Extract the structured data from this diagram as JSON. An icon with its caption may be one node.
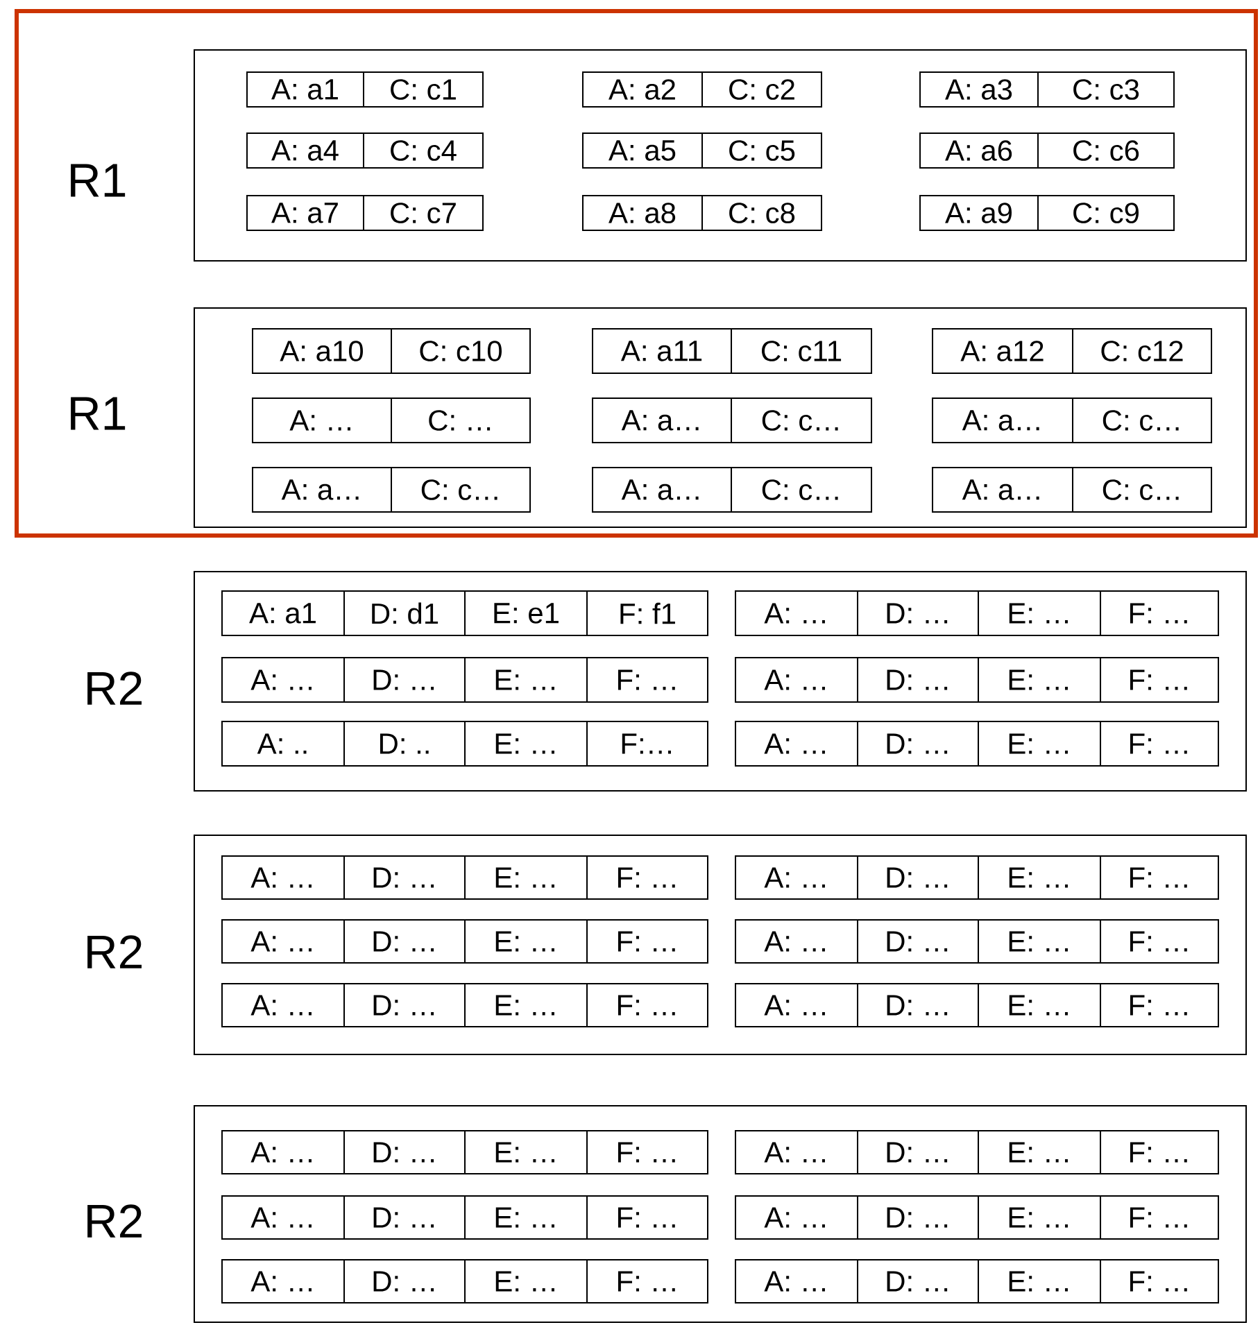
{
  "diagram": {
    "nodes": [
      {
        "text": [],
        "shape": "box"
      },
      {
        "text": [
          "R1"
        ],
        "in": 0
      },
      {
        "text": [
          "A: a1"
        ],
        "in": 1
      },
      {
        "text": [
          "C: c1"
        ],
        "in": 1
      },
      {
        "text": [
          "A: a2"
        ],
        "in": 1
      },
      {
        "text": [
          "C: c2"
        ],
        "in": 1
      },
      {
        "text": [
          "A: a3"
        ],
        "in": 1
      },
      {
        "text": [
          "C: c3"
        ],
        "in": 1
      },
      {
        "text": [
          "A: a4"
        ],
        "in": 1
      },
      {
        "text": [
          "C: c4"
        ],
        "in": 1
      },
      {
        "text": [
          "A: a5"
        ],
        "in": 1
      },
      {
        "text": [
          "C: c5"
        ],
        "in": 1
      },
      {
        "text": [
          "A: a6"
        ],
        "in": 1
      },
      {
        "text": [
          "C: c6"
        ],
        "in": 1
      },
      {
        "text": [
          "A: a7"
        ],
        "in": 1
      },
      {
        "text": [
          "C: c7"
        ],
        "in": 1
      },
      {
        "text": [
          "A: a8"
        ],
        "in": 1
      },
      {
        "text": [
          "C: c8"
        ],
        "in": 1
      },
      {
        "text": [
          "A: a9"
        ],
        "in": 1
      },
      {
        "text": [
          "C: c9"
        ],
        "in": 1
      },
      {
        "text": [
          "R1"
        ],
        "in": 0
      },
      {
        "text": [
          "A: a10"
        ],
        "in": 20
      },
      {
        "text": [
          "C: c10"
        ],
        "in": 20
      },
      {
        "text": [
          "A: a11"
        ],
        "in": 20
      },
      {
        "text": [
          "C: c11"
        ],
        "in": 20
      },
      {
        "text": [
          "A: a12"
        ],
        "in": 20
      },
      {
        "text": [
          "C: c12"
        ],
        "in": 20
      },
      {
        "text": [
          "A: …"
        ],
        "in": 20
      },
      {
        "text": [
          "C: …"
        ],
        "in": 20
      },
      {
        "text": [
          "A: a…"
        ],
        "in": 20
      },
      {
        "text": [
          "C: c…"
        ],
        "in": 20
      },
      {
        "text": [
          "A: a…"
        ],
        "in": 20
      },
      {
        "text": [
          "C: c…"
        ],
        "in": 20
      },
      {
        "text": [
          "A: a…"
        ],
        "in": 20
      },
      {
        "text": [
          "C: c…"
        ],
        "in": 20
      },
      {
        "text": [
          "A: a…"
        ],
        "in": 20
      },
      {
        "text": [
          "C: c…"
        ],
        "in": 20
      },
      {
        "text": [
          "A: a…"
        ],
        "in": 20
      },
      {
        "text": [
          "C: c…"
        ],
        "in": 20
      },
      {
        "text": [
          "R2"
        ]
      },
      {
        "text": [
          "A: a1"
        ],
        "in": 39
      },
      {
        "text": [
          "D: d1"
        ],
        "in": 39
      },
      {
        "text": [
          "E: e1"
        ],
        "in": 39
      },
      {
        "text": [
          "F: f1"
        ],
        "in": 39
      },
      {
        "text": [
          "A: …"
        ],
        "in": 39
      },
      {
        "text": [
          "D: …"
        ],
        "in": 39
      },
      {
        "text": [
          "E: …"
        ],
        "in": 39
      },
      {
        "text": [
          "F: …"
        ],
        "in": 39
      },
      {
        "text": [
          "A: …"
        ],
        "in": 39
      },
      {
        "text": [
          "D: …"
        ],
        "in": 39
      },
      {
        "text": [
          "E: …"
        ],
        "in": 39
      },
      {
        "text": [
          "F: …"
        ],
        "in": 39
      },
      {
        "text": [
          "A: …"
        ],
        "in": 39
      },
      {
        "text": [
          "D: …"
        ],
        "in": 39
      },
      {
        "text": [
          "E: …"
        ],
        "in": 39
      },
      {
        "text": [
          "F: …"
        ],
        "in": 39
      },
      {
        "text": [
          "A: .."
        ],
        "in": 39
      },
      {
        "text": [
          "D: .."
        ],
        "in": 39
      },
      {
        "text": [
          "E: …"
        ],
        "in": 39
      },
      {
        "text": [
          "F:…"
        ],
        "in": 39
      },
      {
        "text": [
          "A: …"
        ],
        "in": 39
      },
      {
        "text": [
          "D: …"
        ],
        "in": 39
      },
      {
        "text": [
          "E: …"
        ],
        "in": 39
      },
      {
        "text": [
          "F: …"
        ],
        "in": 39
      },
      {
        "text": [
          "R2"
        ]
      },
      {
        "text": [
          "A: …"
        ],
        "in": 64
      },
      {
        "text": [
          "D: …"
        ],
        "in": 64
      },
      {
        "text": [
          "E: …"
        ],
        "in": 64
      },
      {
        "text": [
          "F: …"
        ],
        "in": 64
      },
      {
        "text": [
          "A: …"
        ],
        "in": 64
      },
      {
        "text": [
          "D: …"
        ],
        "in": 64
      },
      {
        "text": [
          "E: …"
        ],
        "in": 64
      },
      {
        "text": [
          "F: …"
        ],
        "in": 64
      },
      {
        "text": [
          "A: …"
        ],
        "in": 64
      },
      {
        "text": [
          "D: …"
        ],
        "in": 64
      },
      {
        "text": [
          "E: …"
        ],
        "in": 64
      },
      {
        "text": [
          "F: …"
        ],
        "in": 64
      },
      {
        "text": [
          "A: …"
        ],
        "in": 64
      },
      {
        "text": [
          "D: …"
        ],
        "in": 64
      },
      {
        "text": [
          "E: …"
        ],
        "in": 64
      },
      {
        "text": [
          "F: …"
        ],
        "in": 64
      },
      {
        "text": [
          "A: …"
        ],
        "in": 64
      },
      {
        "text": [
          "D: …"
        ],
        "in": 64
      },
      {
        "text": [
          "E: …"
        ],
        "in": 64
      },
      {
        "text": [
          "F: …"
        ],
        "in": 64
      },
      {
        "text": [
          "A: …"
        ],
        "in": 64
      },
      {
        "text": [
          "D: …"
        ],
        "in": 64
      },
      {
        "text": [
          "E: …"
        ],
        "in": 64
      },
      {
        "text": [
          "F: …"
        ],
        "in": 64
      },
      {
        "text": [
          "R2"
        ]
      },
      {
        "text": [
          "A: …"
        ],
        "in": 89
      },
      {
        "text": [
          "D: …"
        ],
        "in": 89
      },
      {
        "text": [
          "E: …"
        ],
        "in": 89
      },
      {
        "text": [
          "F: …"
        ],
        "in": 89
      },
      {
        "text": [
          "A: …"
        ],
        "in": 89
      },
      {
        "text": [
          "D: …"
        ],
        "in": 89
      },
      {
        "text": [
          "E: …"
        ],
        "in": 89
      },
      {
        "text": [
          "F: …"
        ],
        "in": 89
      },
      {
        "text": [
          "A: …"
        ],
        "in": 89
      },
      {
        "text": [
          "D: …"
        ],
        "in": 89
      },
      {
        "text": [
          "E: …"
        ],
        "in": 89
      },
      {
        "text": [
          "F: …"
        ],
        "in": 89
      },
      {
        "text": [
          "A: …"
        ],
        "in": 89
      },
      {
        "text": [
          "D: …"
        ],
        "in": 89
      },
      {
        "text": [
          "E: …"
        ],
        "in": 89
      },
      {
        "text": [
          "F: …"
        ],
        "in": 89
      },
      {
        "text": [
          "A: …"
        ],
        "in": 89
      },
      {
        "text": [
          "D: …"
        ],
        "in": 89
      },
      {
        "text": [
          "E: …"
        ],
        "in": 89
      },
      {
        "text": [
          "F: …"
        ],
        "in": 89
      },
      {
        "text": [
          "A: …"
        ],
        "in": 89
      },
      {
        "text": [
          "D: …"
        ],
        "in": 89
      },
      {
        "text": [
          "E: …"
        ],
        "in": 89
      },
      {
        "text": [
          "F: …"
        ],
        "in": 89
      }
    ]
  }
}
